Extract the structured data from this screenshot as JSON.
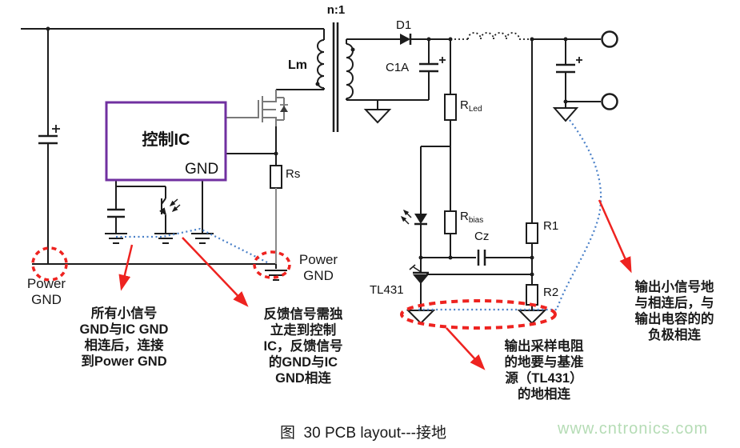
{
  "caption": "图  30 PCB layout---接地",
  "watermark": "www.cntronics.com",
  "colors": {
    "wire_black": "#1c1c1c",
    "mosfet_gray": "#7a7a7a",
    "ic_border_purple": "#7030a0",
    "annotation_red": "#ee2320",
    "ground_trace_blue": "#4a80c8",
    "watermark_green": "#b5dcb5"
  },
  "transformer": {
    "ratio": "n:1",
    "primary_inductance": "Lm"
  },
  "ic": {
    "label": "控制IC",
    "gnd_pin": "GND"
  },
  "components": {
    "d1": "D1",
    "c1a": "C1A",
    "rs": "Rs",
    "rled": {
      "base": "R",
      "sub": "Led"
    },
    "rbias": {
      "base": "R",
      "sub": "bias"
    },
    "cz": "Cz",
    "r1": "R1",
    "r2": "R2",
    "tl431": "TL431"
  },
  "ground_labels": {
    "left": {
      "line1": "Power",
      "line2": "GND"
    },
    "right": {
      "line1": "Power",
      "line2": "GND"
    }
  },
  "annotations": {
    "note1": {
      "lines": [
        "所有小信号",
        "GND与IC GND",
        "相连后，连接",
        "到Power GND"
      ]
    },
    "note2": {
      "lines": [
        "反馈信号需独",
        "立走到控制",
        "IC，反馈信号",
        "的GND与IC",
        "GND相连"
      ]
    },
    "note3": {
      "lines": [
        "输出采样电阻",
        "的地要与基准",
        "源（TL431）",
        "的地相连"
      ]
    },
    "note4": {
      "lines": [
        "输出小信号地",
        "与相连后，与",
        "输出电容的的",
        "负极相连"
      ]
    }
  }
}
